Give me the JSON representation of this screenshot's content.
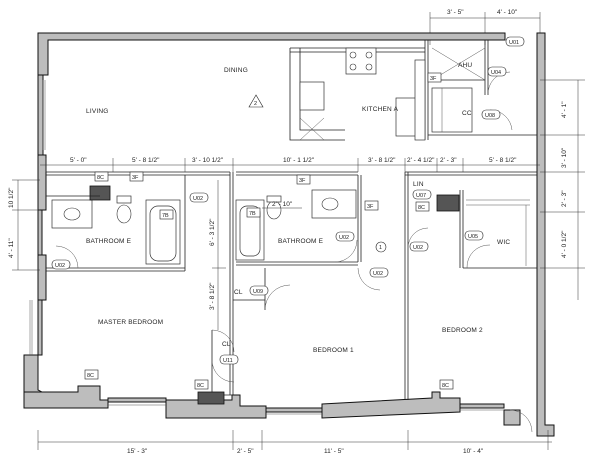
{
  "rooms": {
    "living": "LIVING",
    "dining": "DINING",
    "kitchen": "KITCHEN A",
    "bathroom_1": "BATHROOM E",
    "bathroom_2": "BATHROOM E",
    "master_bedroom": "MASTER BEDROOM",
    "bedroom_1": "BEDROOM 1",
    "bedroom_2": "BEDROOM 2",
    "wic": "WIC",
    "closet_1": "CL",
    "closet_2": "CL",
    "ahu": "AHU",
    "cc": "CC",
    "lin": "LIN"
  },
  "tags": {
    "u01": "U01",
    "u04": "U04",
    "u08": "U08",
    "u02_a": "U02",
    "u02_b": "U02",
    "u02_c": "U02",
    "u02_d": "U02",
    "u02_e": "U02",
    "u05": "U05",
    "u07": "U07",
    "u09": "U09",
    "u11": "U11",
    "ref_8c_a": "8C",
    "ref_8c_b": "8C",
    "ref_8c_c": "8C",
    "ref_8c_d": "8C",
    "ref_8c_e": "8C",
    "ref_3f_a": "3F",
    "ref_3f_b": "3F",
    "ref_3f_c": "3F",
    "ref_3f_d": "3F",
    "ref_7b_a": "7B",
    "ref_7b_b": "7B",
    "callout_triangle": "2",
    "callout_circle": "1"
  },
  "dimensions": {
    "top_1": "3' - 5\"",
    "top_2": "4' - 10\"",
    "mid_1": "5' - 0\"",
    "mid_2": "5' - 8 1/2\"",
    "mid_3": "3' - 10 1/2\"",
    "mid_4": "10' - 1 1/2\"",
    "mid_5": "3' - 8 1/2\"",
    "mid_6": "2' - 4 1/2\"",
    "mid_7": "2' - 3\"",
    "mid_8": "5' - 8 1/2\"",
    "bath_width": "2' - 10\"",
    "right_1": "4' - 1\"",
    "right_2": "3' - 10\"",
    "right_3": "2' - 3\"",
    "right_4": "4' - 0 1/2\"",
    "left_1": "10 1/2\"",
    "left_2": "4' - 11\"",
    "inner_1": "6' - 3 1/2\"",
    "inner_2": "3' - 8 1/2\"",
    "bottom_1": "15' - 3\"",
    "bottom_2": "2' - 5\"",
    "bottom_3": "11' - 5\"",
    "bottom_4": "10' - 4\""
  }
}
